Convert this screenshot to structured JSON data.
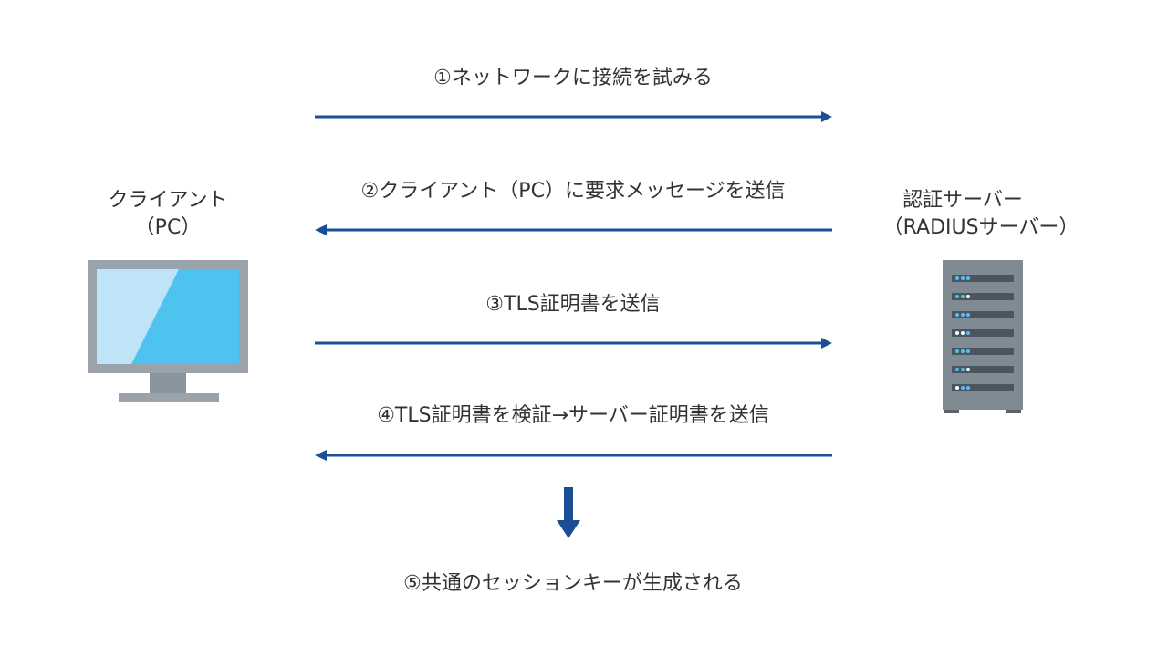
{
  "client": {
    "name": "クライアント",
    "sub": "（PC）",
    "icon": "desktop-monitor-icon"
  },
  "server": {
    "name": "認証サーバー",
    "sub": "（RADIUSサーバー）",
    "icon": "server-rack-icon"
  },
  "steps": [
    {
      "label": "①ネットワークに接続を試みる",
      "direction": "to-server"
    },
    {
      "label": "②クライアント（PC）に要求メッセージを送信",
      "direction": "to-client"
    },
    {
      "label": "③TLS証明書を送信",
      "direction": "to-server"
    },
    {
      "label": "④TLS証明書を検証→サーバー証明書を送信",
      "direction": "to-client"
    },
    {
      "label": "⑤共通のセッションキーが生成される",
      "direction": "down"
    }
  ],
  "colors": {
    "arrow": "#1a4f96",
    "text": "#333333",
    "monitor_frame": "#9aa3ab",
    "screen_light": "#bfe4f7",
    "screen_dark": "#4fc3f0",
    "server_body": "#7f8a93",
    "server_slot": "#4c555d",
    "led_blue": "#4fc3f0",
    "led_white": "#ffffff"
  }
}
